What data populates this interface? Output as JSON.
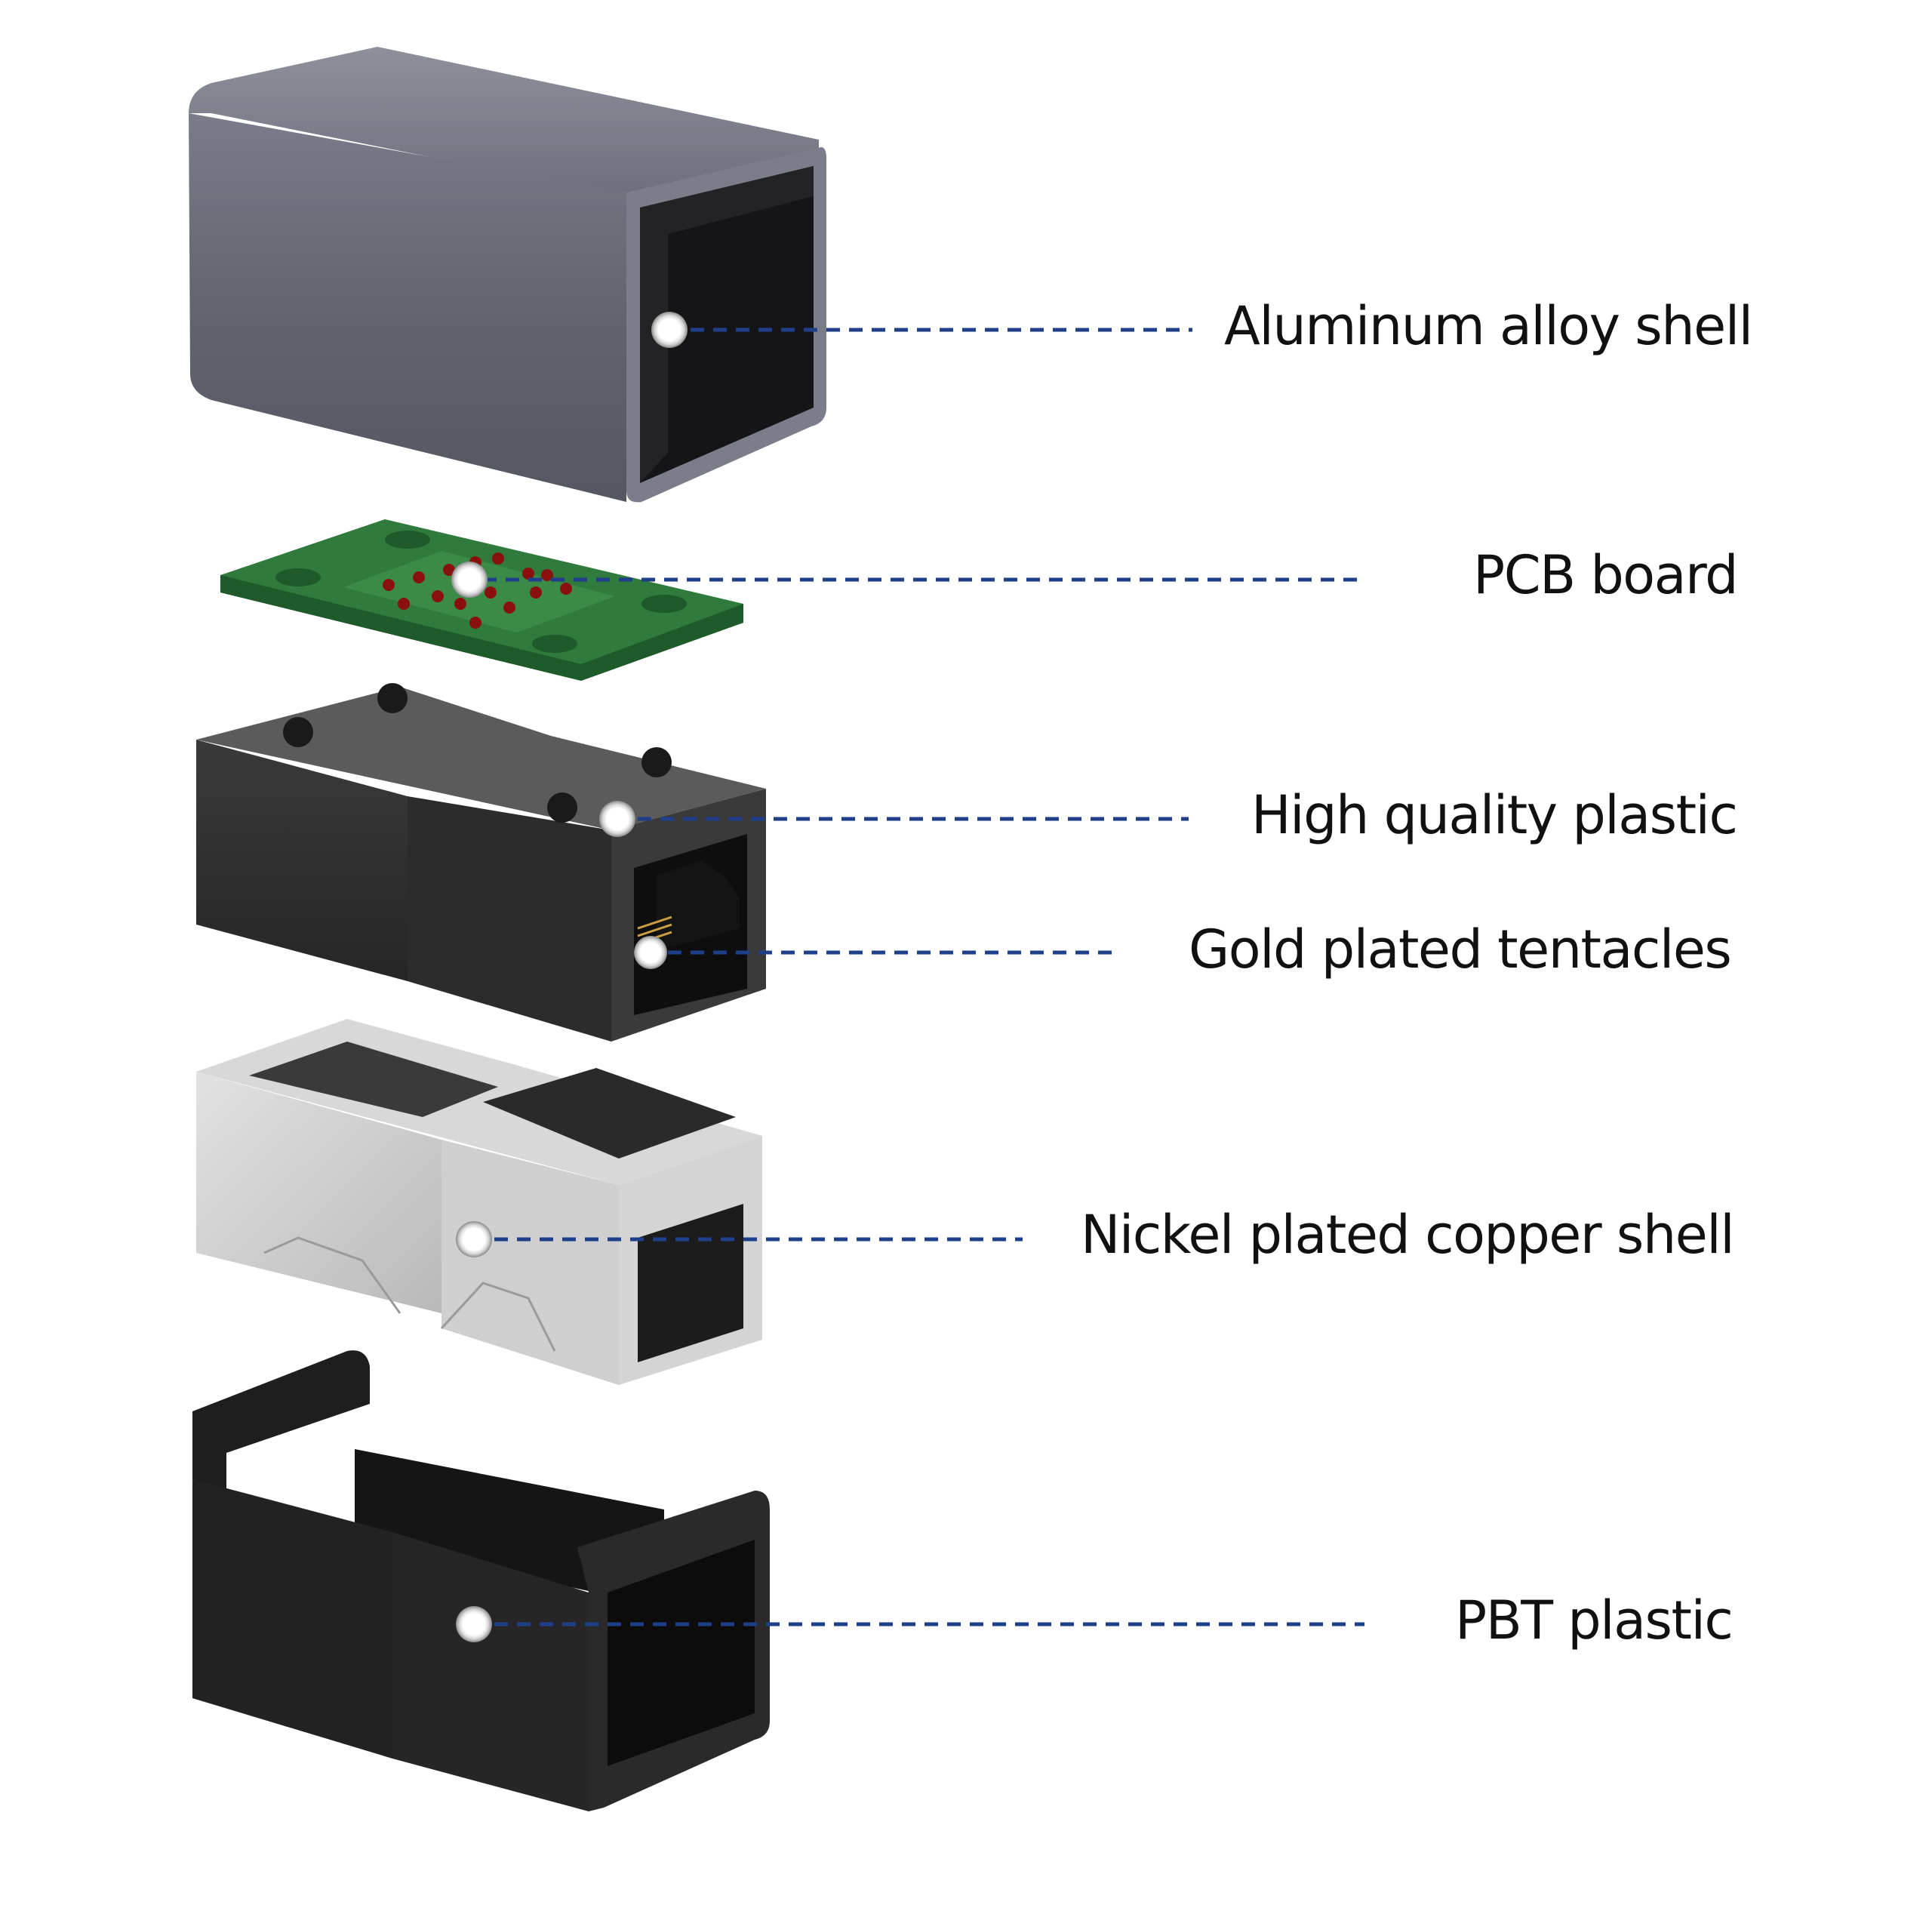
{
  "title": "RJ45 coupler exploded view",
  "colors": {
    "leader_line": "#1f3f8a",
    "text": "#111111",
    "background": "#ffffff",
    "aluminum": "#6e7080",
    "pcb": "#2f7a3c",
    "plastic": "#2b2b2b",
    "nickel": "#c8c8c8",
    "pbt": "#1c1c1c",
    "pin": "#8a1010"
  },
  "components": [
    {
      "id": "aluminum",
      "label": "Aluminum alloy shell"
    },
    {
      "id": "pcb",
      "label": "PCB board"
    },
    {
      "id": "plastic",
      "label": "High quality plastic"
    },
    {
      "id": "gold",
      "label": "Gold plated tentacles"
    },
    {
      "id": "nickel",
      "label": "Nickel plated copper shell"
    },
    {
      "id": "pbt",
      "label": "PBT plastic"
    }
  ]
}
